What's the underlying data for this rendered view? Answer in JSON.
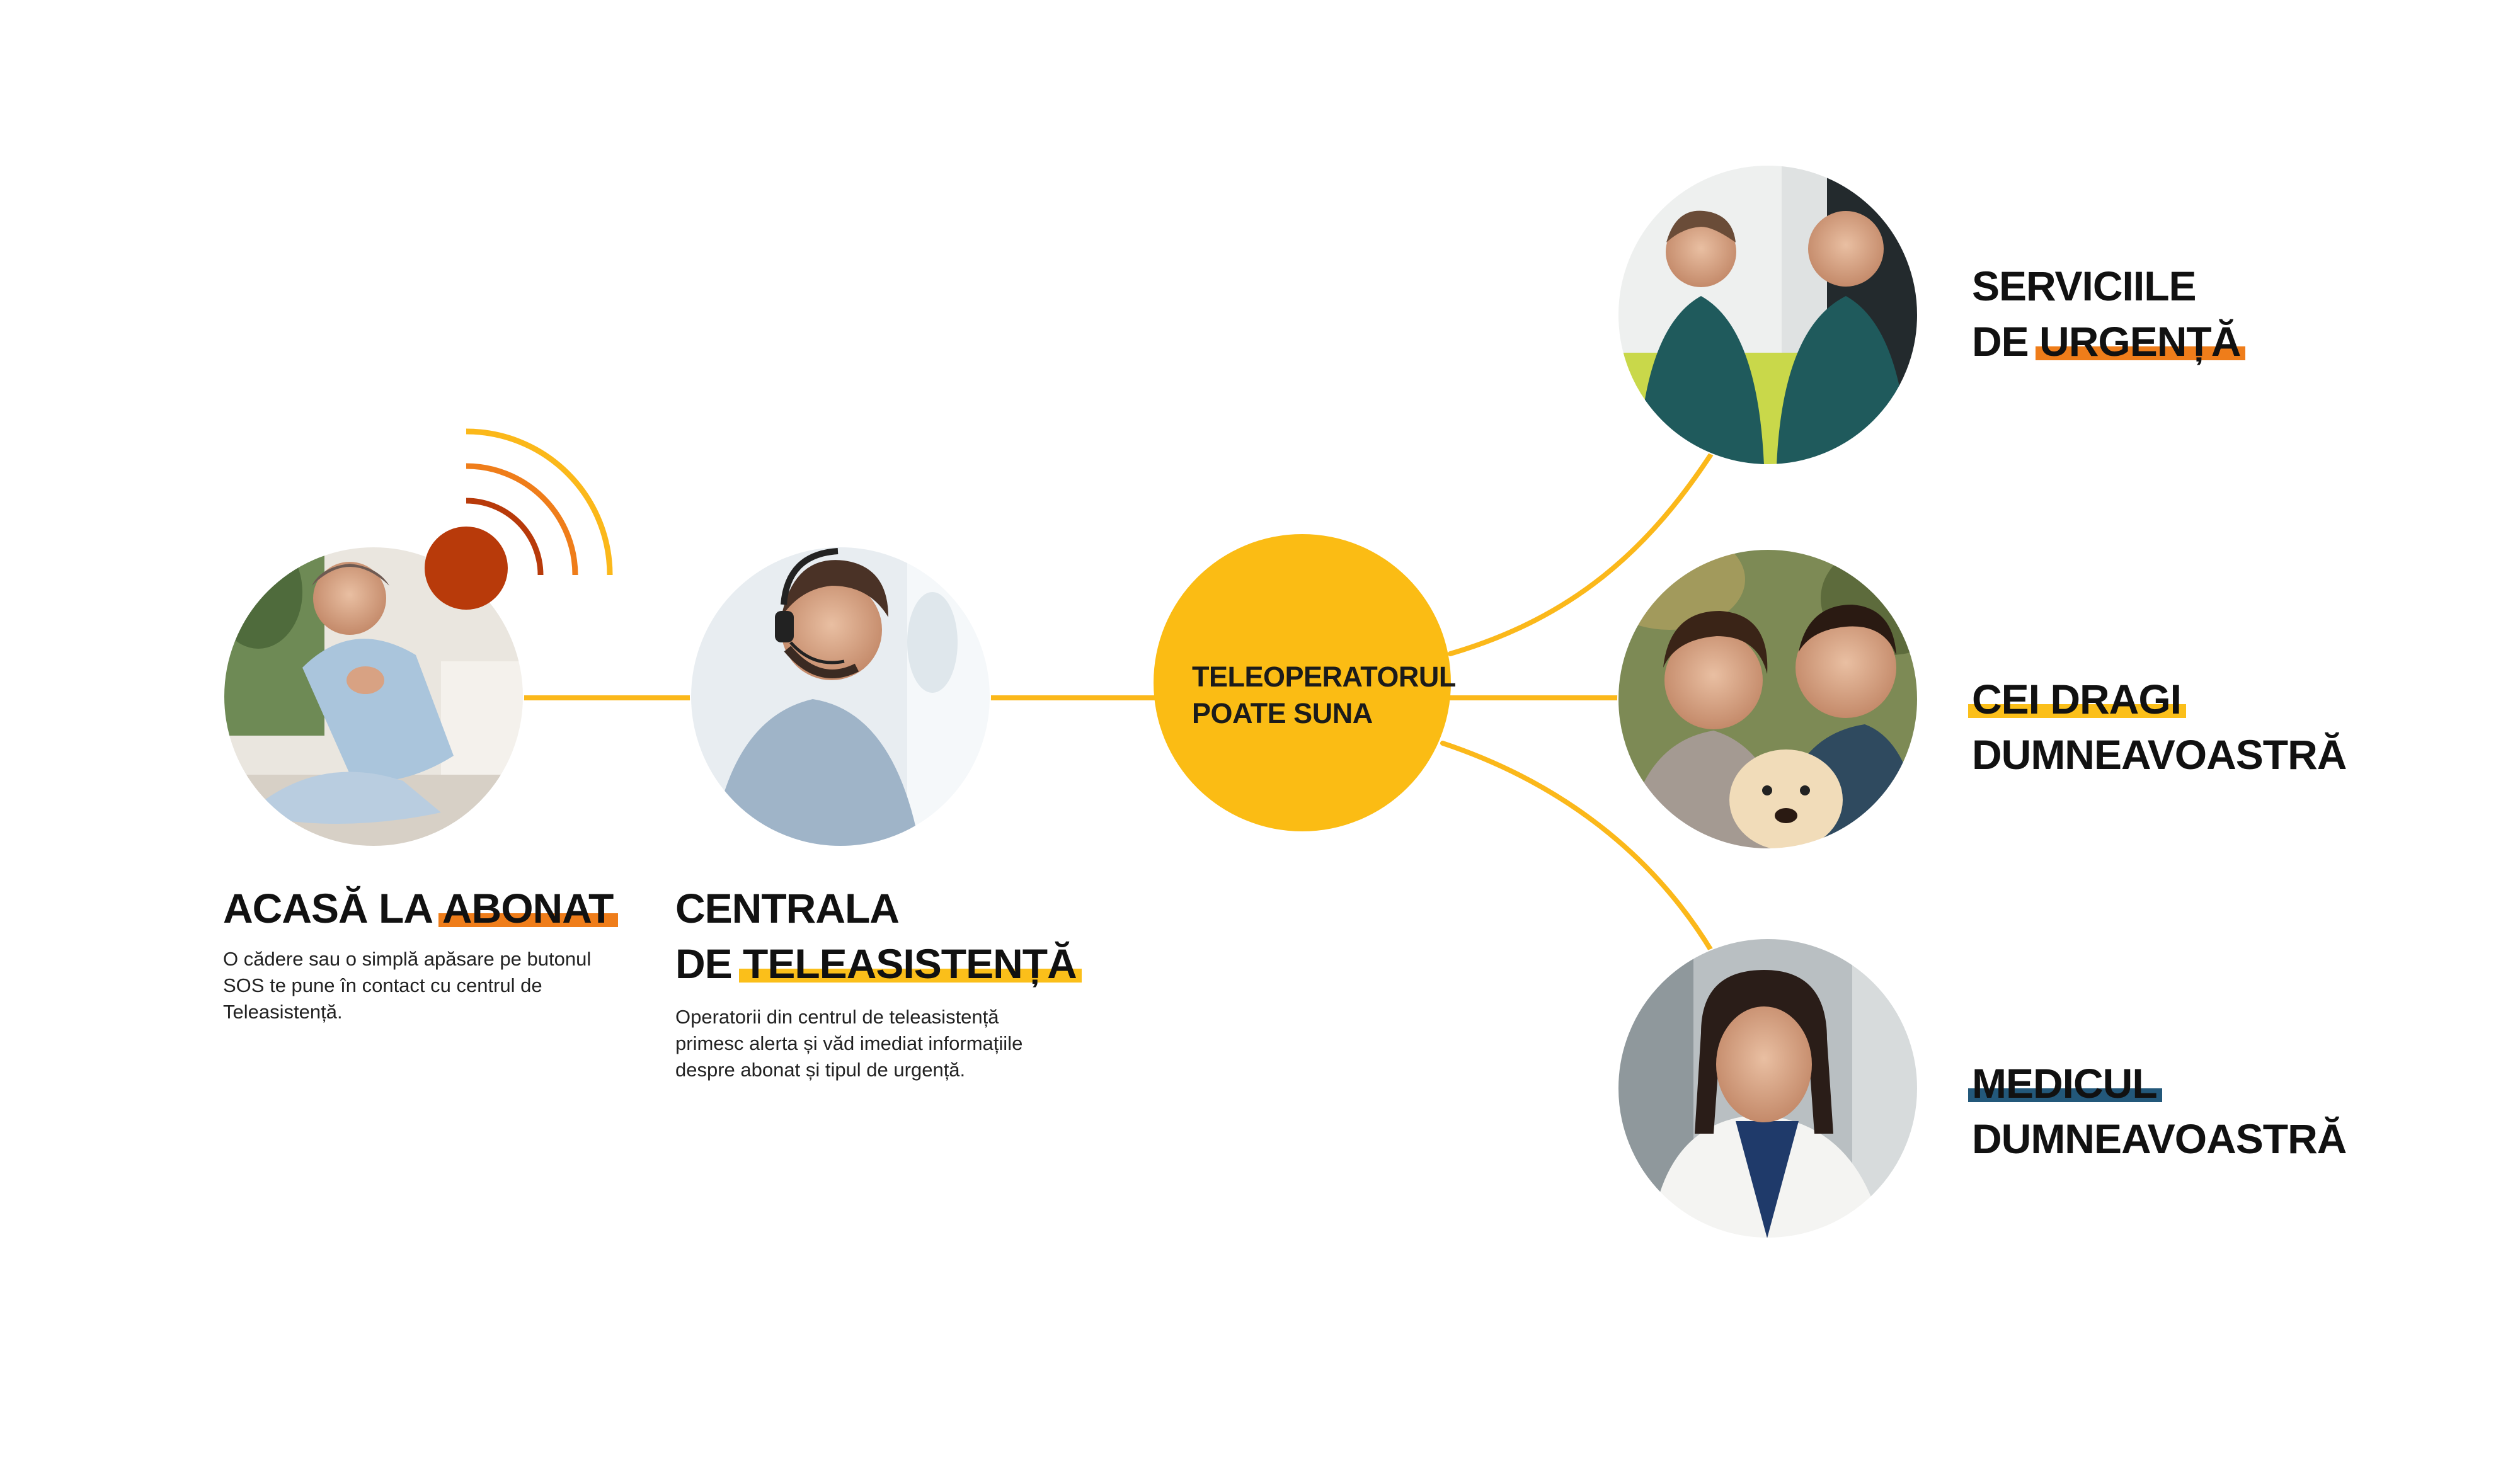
{
  "colors": {
    "connector": "#fbb81a",
    "hub": "#fbbc14",
    "signal_dot": "#b83a0a",
    "signal_arcs": [
      "#b83a0a",
      "#ef7d1a",
      "#fbb81a"
    ],
    "highlight_orange": "#ef7d1a",
    "highlight_yellow": "#fbbf1a",
    "highlight_blue": "#23587a"
  },
  "hub": {
    "line1": "TELEOPERATORUL",
    "line2": "POATE SUNA"
  },
  "nodes": {
    "subscriber": {
      "photo_icon": "elderly-woman-fallen-photo",
      "title_plain": "ACASĂ LA ",
      "title_highlight": "ABONAT",
      "highlight_color": "orange",
      "description": "O cădere sau o simplă apăsare pe butonul SOS te pune în contact cu centrul de Teleasistență.",
      "signal_icon": "sos-signal-icon"
    },
    "call_center": {
      "photo_icon": "operator-headset-photo",
      "title_line1": "CENTRALA",
      "title_plain": "DE ",
      "title_highlight": "TELEASISTENȚĂ",
      "highlight_color": "yellow",
      "description": "Operatorii din centrul de teleasistență primesc alerta și văd imediat informațiile despre abonat și tipul de urgență."
    },
    "emergency": {
      "photo_icon": "paramedics-photo",
      "title_line1": "SERVICIILE",
      "title_plain": "DE ",
      "title_highlight": "URGENȚĂ",
      "highlight_color": "orange"
    },
    "loved_ones": {
      "photo_icon": "couple-with-dog-photo",
      "title_highlight": "CEI DRAGI",
      "title_line2": "DUMNEAVOASTRĂ",
      "highlight_color": "yellow"
    },
    "doctor": {
      "photo_icon": "doctor-photo",
      "title_highlight": "MEDICUL",
      "title_line2": "DUMNEAVOASTRĂ",
      "highlight_color": "blue"
    }
  }
}
